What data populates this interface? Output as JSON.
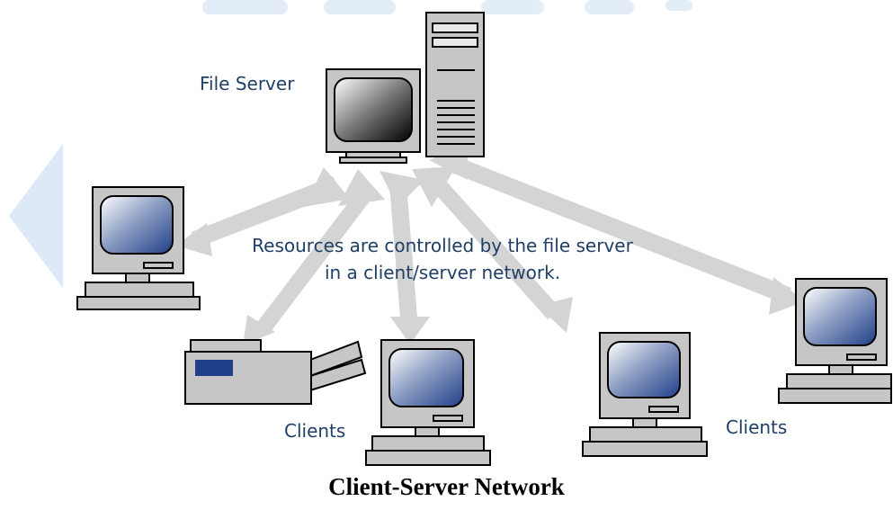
{
  "diagram": {
    "server_label": "File Server",
    "center_text_line1": "Resources are controlled by the file server",
    "center_text_line2": "in a client/server network.",
    "clients_label_left": "Clients",
    "clients_label_right": "Clients",
    "caption": "Client-Server Network"
  },
  "colors": {
    "label_text": "#1f3f66",
    "device_fill": "#c6c6c6",
    "device_outline": "#000000",
    "arrow_gray": "#d4d4d4",
    "screen_blue": "#1f3f88",
    "backdrop_blue": "#dde9f6"
  },
  "icons": [
    "file-server-icon",
    "client-computer-icon",
    "printer-icon",
    "arrow-icon"
  ]
}
